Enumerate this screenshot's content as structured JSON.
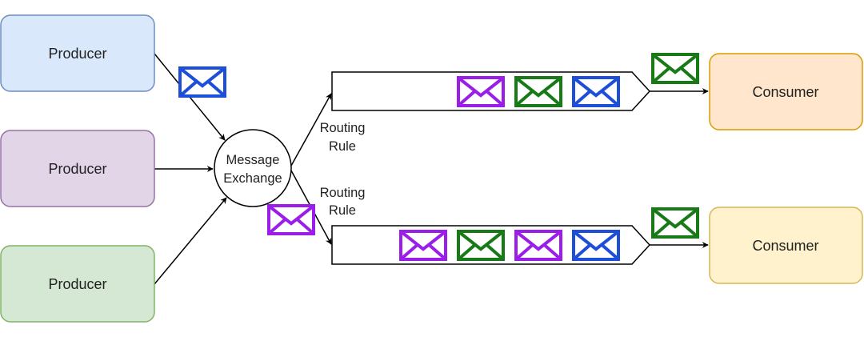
{
  "producers": [
    {
      "label": "Producer",
      "fill": "#dae8fc",
      "stroke": "#6c8ebf"
    },
    {
      "label": "Producer",
      "fill": "#e1d5e7",
      "stroke": "#9673a6"
    },
    {
      "label": "Producer",
      "fill": "#d5e8d4",
      "stroke": "#82b366"
    }
  ],
  "exchange": {
    "line1": "Message",
    "line2": "Exchange"
  },
  "routing_rules": [
    {
      "line1": "Routing",
      "line2": "Rule"
    },
    {
      "line1": "Routing",
      "line2": "Rule"
    }
  ],
  "consumers": [
    {
      "label": "Consumer",
      "fill": "#ffe6cc",
      "stroke": "#d79b00"
    },
    {
      "label": "Consumer",
      "fill": "#fff2cc",
      "stroke": "#d6b656"
    }
  ],
  "queues": [
    {
      "messages": [
        "purple",
        "green",
        "blue"
      ]
    },
    {
      "messages": [
        "purple",
        "green",
        "purple",
        "blue"
      ]
    }
  ],
  "in_transit": {
    "producer_to_exchange": "blue",
    "exchange_to_queue_2": "purple",
    "queue_1_to_consumer": "green",
    "queue_2_to_consumer": "green"
  },
  "colors": {
    "blue": "#1c4ed8",
    "purple": "#9a1ee8",
    "green": "#177a17",
    "line": "#000000"
  },
  "icons": {
    "message": "envelope-icon"
  }
}
